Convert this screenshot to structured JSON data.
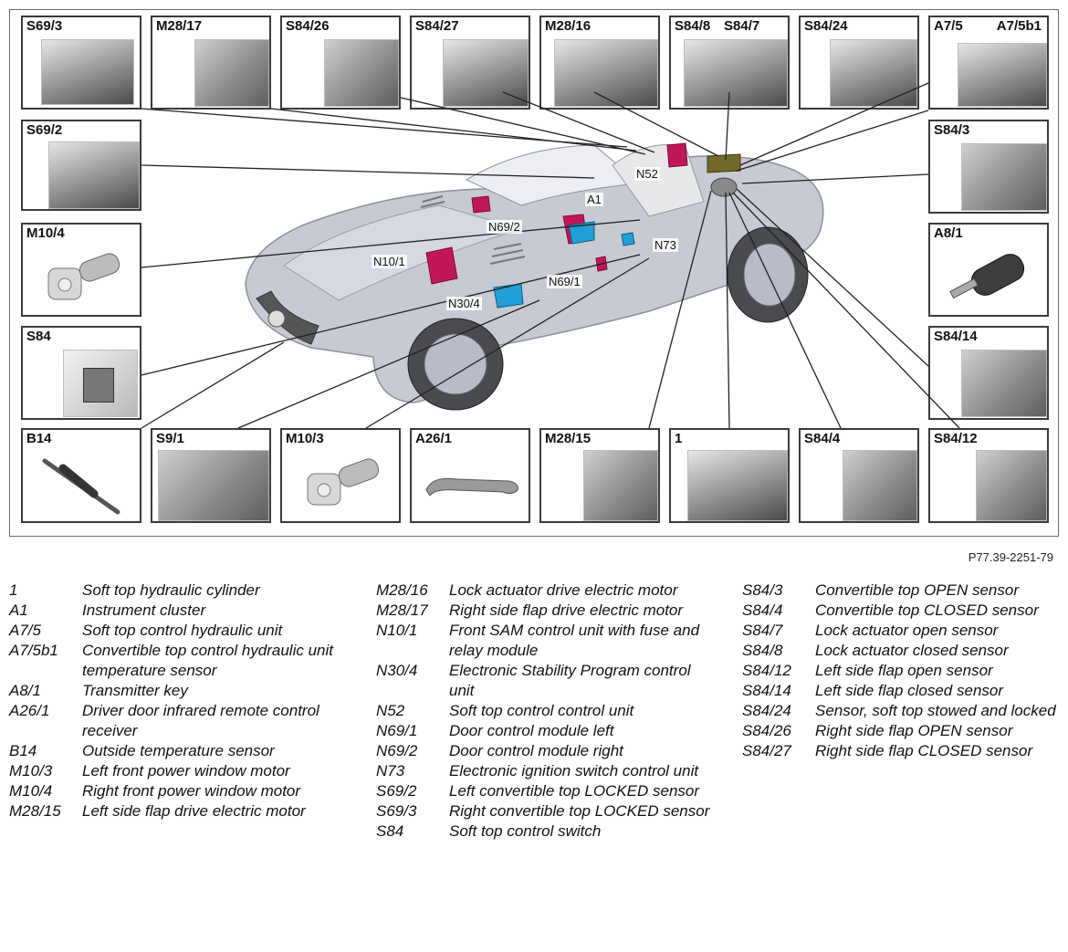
{
  "diagram": {
    "reference": "P77.39-2251-79",
    "panels": [
      {
        "id": "S69/3"
      },
      {
        "id": "M28/17"
      },
      {
        "id": "S84/26"
      },
      {
        "id": "S84/27"
      },
      {
        "id": "M28/16"
      },
      {
        "id": "S84/8",
        "id2": "S84/7"
      },
      {
        "id": "S84/24"
      },
      {
        "id": "A7/5",
        "id2": "A7/5b1"
      },
      {
        "id": "S69/2"
      },
      {
        "id": "S84/3"
      },
      {
        "id": "M10/4"
      },
      {
        "id": "A8/1"
      },
      {
        "id": "S84"
      },
      {
        "id": "S84/14"
      },
      {
        "id": "B14"
      },
      {
        "id": "S9/1"
      },
      {
        "id": "M10/3"
      },
      {
        "id": "A26/1"
      },
      {
        "id": "M28/15"
      },
      {
        "id": "1"
      },
      {
        "id": "S84/4"
      },
      {
        "id": "S84/12"
      }
    ],
    "car_callouts": [
      "N52",
      "A1",
      "N69/2",
      "N73",
      "N10/1",
      "N69/1",
      "N30/4"
    ],
    "colors": {
      "magenta": "#c0175b",
      "cyan": "#1fa0d6",
      "olive": "#6f6a2a",
      "car_body": "#c7c9d3"
    }
  },
  "legend": {
    "col1": [
      {
        "code": "1",
        "desc": "Soft top hydraulic cylinder"
      },
      {
        "code": "A1",
        "desc": "Instrument cluster"
      },
      {
        "code": "A7/5",
        "desc": "Soft top control hydraulic unit"
      },
      {
        "code": "A7/5b1",
        "desc": "Convertible top control hydraulic unit temperature sensor"
      },
      {
        "code": "A8/1",
        "desc": "Transmitter key"
      },
      {
        "code": "A26/1",
        "desc": "Driver door infrared remote control receiver"
      },
      {
        "code": "B14",
        "desc": "Outside temperature sensor"
      },
      {
        "code": "M10/3",
        "desc": "Left front power window motor"
      },
      {
        "code": "M10/4",
        "desc": "Right front power window motor"
      },
      {
        "code": "M28/15",
        "desc": "Left side flap drive electric motor"
      }
    ],
    "col2": [
      {
        "code": "M28/16",
        "desc": "Lock actuator drive electric motor"
      },
      {
        "code": "M28/17",
        "desc": "Right side flap drive electric motor"
      },
      {
        "code": "N10/1",
        "desc": "Front SAM control unit with fuse and relay module"
      },
      {
        "code": "N30/4",
        "desc": "Electronic Stability Program control unit"
      },
      {
        "code": "N52",
        "desc": "Soft top control control unit"
      },
      {
        "code": "N69/1",
        "desc": "Door control module left"
      },
      {
        "code": "N69/2",
        "desc": "Door control module right"
      },
      {
        "code": "N73",
        "desc": "Electronic ignition switch control unit"
      },
      {
        "code": "S69/2",
        "desc": "Left convertible top LOCKED sensor"
      },
      {
        "code": "S69/3",
        "desc": "Right convertible top LOCKED sensor"
      },
      {
        "code": "S84",
        "desc": "Soft top control switch"
      }
    ],
    "col3": [
      {
        "code": "S84/3",
        "desc": "Convertible top OPEN sensor"
      },
      {
        "code": "S84/4",
        "desc": "Convertible top CLOSED sensor"
      },
      {
        "code": "S84/7",
        "desc": "Lock actuator open sensor"
      },
      {
        "code": "S84/8",
        "desc": "Lock actuator closed sensor"
      },
      {
        "code": "S84/12",
        "desc": "Left side flap open sensor"
      },
      {
        "code": "S84/14",
        "desc": "Left side flap closed sensor"
      },
      {
        "code": "S84/24",
        "desc": "Sensor, soft top stowed and locked"
      },
      {
        "code": "S84/26",
        "desc": "Right side flap OPEN sensor"
      },
      {
        "code": "S84/27",
        "desc": "Right side flap CLOSED sensor"
      }
    ]
  }
}
